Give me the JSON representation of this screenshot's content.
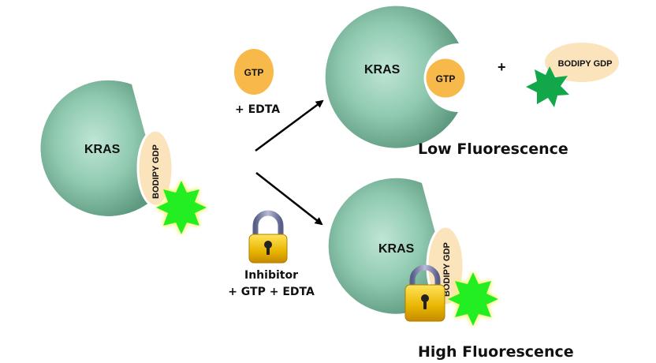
{
  "diagram": {
    "title": "KRAS nucleotide exchange assay (BODIPY-GDP displacement)",
    "colors": {
      "kras": "#8fc9b0",
      "kras_dark": "#5e9a80",
      "gtp": "#f7b94a",
      "bodipy": "#fbe3bc",
      "fluor_bright": "#22ee22",
      "fluor_dim": "#12a84a",
      "lock_body": "#e8b400",
      "lock_shackle": "#7d82a8",
      "arrow": "#000000"
    },
    "start": {
      "protein_label": "KRAS",
      "ligand_label": "BODIPY GDP",
      "fluorophore": "bright-star"
    },
    "path_top": {
      "reagent_label": "GTP",
      "condition_label": "+ EDTA",
      "product": {
        "protein_label": "KRAS",
        "ligand_label": "GTP"
      },
      "plus_sign": "+",
      "released_label": "BODIPY GDP",
      "result_label": "Low Fluorescence"
    },
    "path_bottom": {
      "icon": "padlock-icon",
      "condition_line1": "Inhibitor",
      "condition_line2": "+ GTP + EDTA",
      "product": {
        "protein_label": "KRAS",
        "ligand_label": "BODIPY GDP"
      },
      "result_label": "High Fluorescence"
    }
  }
}
